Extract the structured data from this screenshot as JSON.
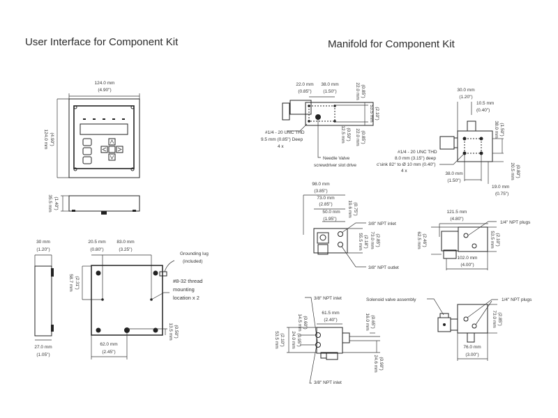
{
  "titles": {
    "left": "User Interface for Component Kit",
    "right": "Manifold for Component Kit"
  },
  "ui_front": {
    "width_mm": "124.0 mm",
    "width_in": "(4.90\")",
    "height_mm": "124.0 mm",
    "height_in": "(4.90\")"
  },
  "ui_side": {
    "depth_mm": "35.5 mm",
    "depth_in": "(1.40\")"
  },
  "ui_profile": {
    "top_mm": "30 mm",
    "top_in": "(1.20\")",
    "bottom_mm": "27.0 mm",
    "bottom_in": "(1.05\")"
  },
  "ui_back": {
    "d1_mm": "20.5 mm",
    "d1_in": "(0.80\")",
    "d2_mm": "83.0 mm",
    "d2_in": "(3.25\")",
    "d3_mm": "58.7 mm",
    "d3_in": "(2.31\")",
    "d4_mm": "62.0 mm",
    "d4_in": "(2.45\")",
    "d5_mm": "13.5 mm",
    "d5_in": "(0.50\")",
    "callout_lug_1": "Grounding lug",
    "callout_lug_2": "(included)",
    "callout_mount_1": "#8-32 thread",
    "callout_mount_2": "mounting",
    "callout_mount_3": "location x 2"
  },
  "m_top": {
    "d1_mm": "22.0 mm",
    "d1_in": "(0.85\")",
    "d2_mm": "38.0 mm",
    "d2_in": "(1.50\")",
    "d3_mm": "22.0 mm",
    "d3_in": "(0.85\")",
    "d4_mm": "53.5 mm",
    "d4_in": "(2.10\")",
    "d5_mm": "12.5 mm",
    "d5_in": "(0.50\")",
    "d6_mm": "22.0 mm",
    "d6_in": "(0.85\")",
    "thd_1": "#1/4 - 20 UNC THD",
    "thd_2": "9.5 mm (0.85\") Deep",
    "thd_3": "4 x",
    "needle_1": "Needle Valve",
    "needle_2": "screwdriver slot drive"
  },
  "m_end": {
    "d1_mm": "30.0 mm",
    "d1_in": "(1.20\")",
    "d2_mm": "10.5 mm",
    "d2_in": "(0.40\")",
    "d3_mm": "38.0 mm",
    "d3_in": "(1.50\")",
    "d4_mm": "38.0 mm",
    "d4_in": "(1.50\")",
    "d5_mm": "20.5 mm",
    "d5_in": "(0.80\")",
    "d6_mm": "19.0 mm",
    "d6_in": "(0.75\")",
    "thd_1": "#1/4 - 20 UNC THD",
    "thd_2": "8.0 mm (3.15\") deep",
    "thd_3": "c'sink 82° to Ø 10 mm (0.40\")",
    "thd_4": "4 x"
  },
  "m_front": {
    "d1_mm": "98.0 mm",
    "d1_in": "(3.85\")",
    "d2_mm": "73.0 mm",
    "d2_in": "(2.85\")",
    "d3_mm": "50.0 mm",
    "d3_in": "(1.95\")",
    "d4_mm": "19.6 mm",
    "d4_in": "(0.75\")",
    "d5_mm": "55.5 mm",
    "d5_in": "(2.18\")",
    "d6_mm": "73.0 mm",
    "d6_in": "(2.85\")",
    "inlet": "3/8\" NPT inlet",
    "outlet": "3/8\" NPT outlet"
  },
  "m_side": {
    "d1_mm": "121.5 mm",
    "d1_in": "(4.80\")",
    "d2_mm": "62.5 mm",
    "d2_in": "(2.46\")",
    "d3_mm": "53.5 mm",
    "d3_in": "(2.10\")",
    "d4_mm": "102.0 mm",
    "d4_in": "(4.00\")",
    "plugs": "1/4\" NPT plugs"
  },
  "m_bottom": {
    "d1_mm": "61.5 mm",
    "d1_in": "(2.40\")",
    "d2_mm": "14.5 mm",
    "d2_in": "(0.60\")",
    "d3_mm": "53.5 mm",
    "d3_in": "(2.10\")",
    "d4_mm": "24.0 mm",
    "d4_in": "(0.95\")",
    "d5_mm": "16.0 mm",
    "d5_in": "(0.65\")",
    "d6_mm": "24.6 mm",
    "d6_in": "(0.90\")",
    "inlet_top": "3/8\" NPT inlet",
    "inlet_bottom": "3/8\" NPT inlet"
  },
  "m_rear": {
    "solenoid": "Solenoid valve assembly",
    "plugs": "1/4\" NPT plugs",
    "d1_mm": "73.0 mm",
    "d1_in": "(2.85\")",
    "d2_mm": "76.0 mm",
    "d2_in": "(3.00\")"
  }
}
